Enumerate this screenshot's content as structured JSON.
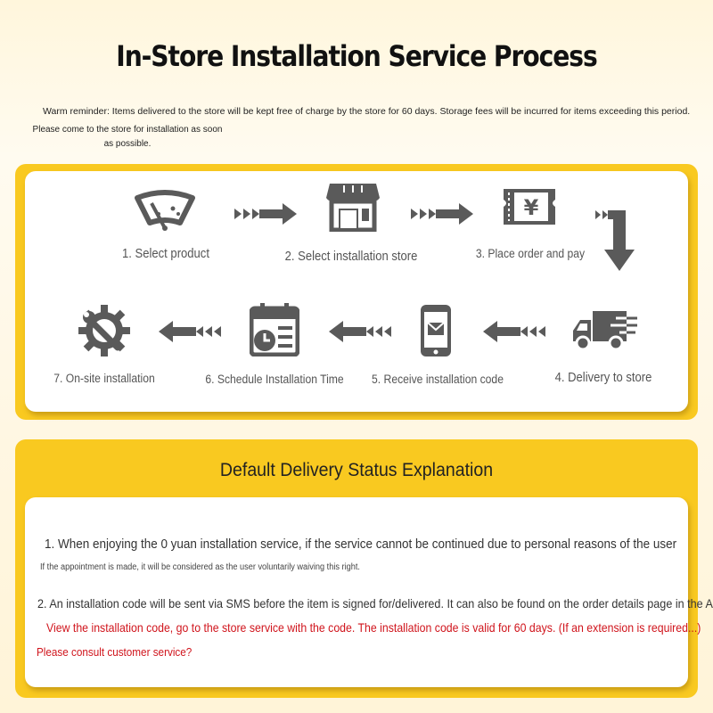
{
  "header": {
    "title": "In-Store Installation Service Process",
    "reminder": "Warm reminder: Items delivered to the store will be kept free of charge by the store for 60 days. Storage fees will be incurred for items exceeding this period.",
    "reminder_cont": "Please come to the store for installation as soon as possible."
  },
  "process": {
    "steps": [
      {
        "label": "1. Select product",
        "icon": "wiper-icon"
      },
      {
        "label": "2. Select installation store",
        "icon": "store-icon"
      },
      {
        "label": "3. Place order and pay",
        "icon": "yuan-ticket-icon"
      },
      {
        "label": "4. Delivery to store",
        "icon": "delivery-truck-icon"
      },
      {
        "label": "5. Receive installation code",
        "icon": "phone-message-icon"
      },
      {
        "label": "6. Schedule Installation Time",
        "icon": "calendar-clock-icon"
      },
      {
        "label": "7. On-site installation",
        "icon": "gear-wrench-icon"
      }
    ]
  },
  "status": {
    "title": "Default Delivery Status Explanation",
    "item1": "1. When enjoying the 0 yuan installation service, if the service cannot be continued due to personal reasons of the user",
    "item1_note": "If the appointment is made, it will be considered as the user voluntarily waiving this right.",
    "item2": "2. An installation code will be sent via SMS before the item is signed for/delivered. It can also be found on the order details page in the APP.",
    "item2_red": "View the installation code, go to the store service with the code. The installation code is valid for 60 days. (If an extension is required...)",
    "item2_red2": "Please consult customer service?"
  },
  "colors": {
    "accent_yellow": "#f9c920",
    "icon_gray": "#5a5a5a",
    "alert_red": "#d0141c"
  }
}
